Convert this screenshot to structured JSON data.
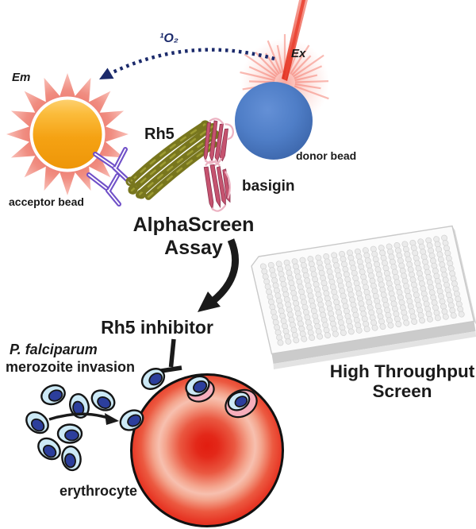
{
  "assay": {
    "heading": "AlphaScreen Assay",
    "em_label": "Em",
    "singlet_oxygen_label": "¹O₂",
    "ex_label": "Ex",
    "acceptor_bead_label": "acceptor bead",
    "donor_bead_label": "donor bead",
    "rh5_label": "Rh5",
    "basigin_label": "basigin"
  },
  "screen": {
    "heading_line1": "High Throughput",
    "heading_line2": "Screen"
  },
  "invasion": {
    "inhibitor_label": "Rh5 inhibitor",
    "organism_label": "P. falciparum",
    "process_label": "merozoite invasion",
    "erythrocyte_label": "erythrocyte"
  },
  "colors": {
    "acceptor_bead_orange": "#f5a213",
    "acceptor_glow_pink": "#ee7d70",
    "donor_bead_blue": "#4d7cc5",
    "laser_red": "#e63c2c",
    "antibody_purple": "#7050c8",
    "rh5_olive": "#78761e",
    "basigin_crimson": "#c5536f",
    "erythrocyte_red": "#e6392a",
    "merozoite_body_blue": "#cce9f6",
    "merozoite_nucleus_blue": "#2c3e9c",
    "singlet_oxygen_navy": "#1b2a6b"
  }
}
